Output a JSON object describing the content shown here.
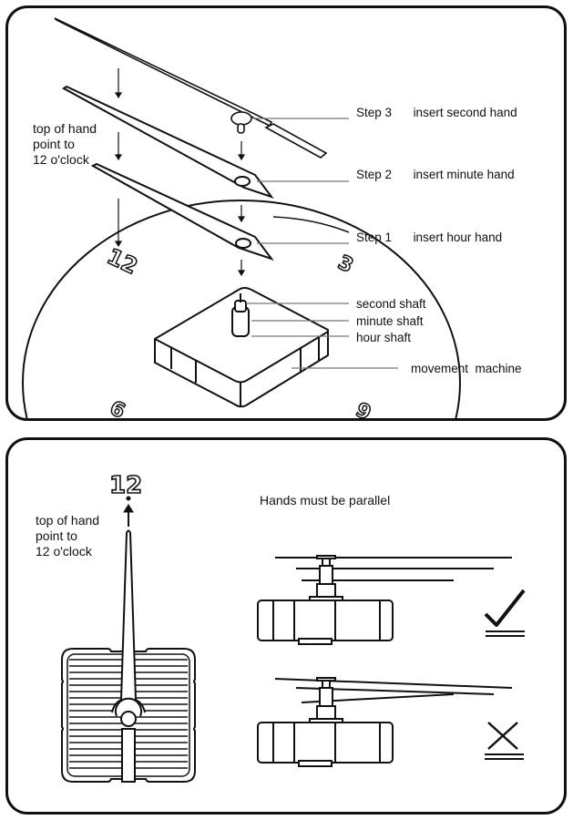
{
  "top_panel": {
    "note": [
      "top of hand",
      "point to",
      "12 o'clock"
    ],
    "steps": [
      {
        "step": "Step 3",
        "action": "insert second hand"
      },
      {
        "step": "Step 2",
        "action": "insert minute hand"
      },
      {
        "step": "Step 1",
        "action": "insert hour hand"
      }
    ],
    "shaft_labels": [
      "second shaft",
      "minute shaft",
      "hour shaft"
    ],
    "movement_label": "movement  machine",
    "dial_numbers": {
      "twelve": "12",
      "three": "3",
      "six": "6",
      "nine": "9"
    }
  },
  "bottom_panel": {
    "dial_number": "12",
    "note": [
      "top of hand",
      "point to",
      "12 o'clock"
    ],
    "heading": "Hands must be parallel",
    "correct_mark": "check-icon",
    "wrong_mark": "cross-icon"
  }
}
